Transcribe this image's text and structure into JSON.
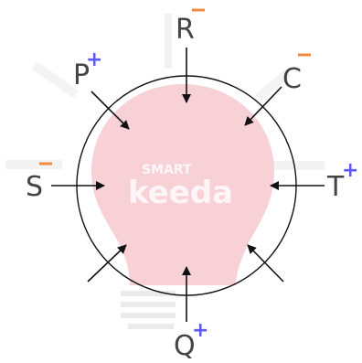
{
  "people": [
    {
      "label": "R",
      "sign": "-"
    },
    {
      "label": "C",
      "sign": "-"
    },
    {
      "label": "T",
      "sign": "+"
    },
    {
      "label": "Q",
      "sign": "+"
    },
    {
      "label": "S",
      "sign": "-"
    },
    {
      "label": "P",
      "sign": "+"
    }
  ],
  "colors": {
    "minus": "#f08a3c",
    "plus": "#5b5bf0",
    "bulb_fill": "#f7c9d0",
    "text": "#444444"
  },
  "watermark": {
    "top": "SMART",
    "bottom": "keeda"
  }
}
